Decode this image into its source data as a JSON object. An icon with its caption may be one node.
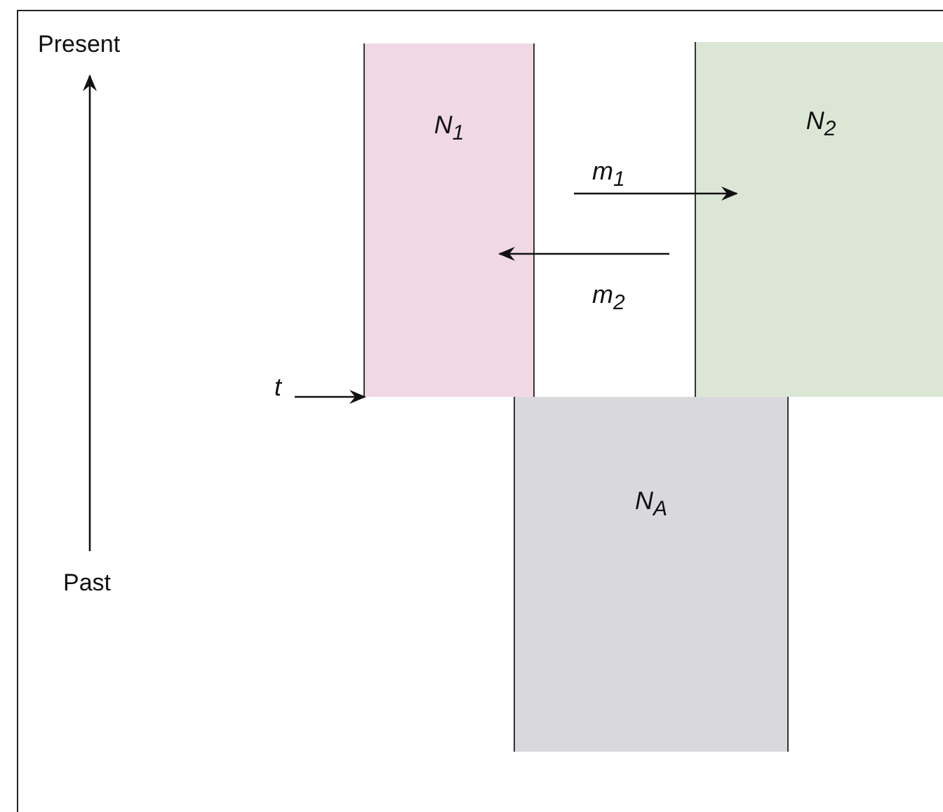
{
  "diagram": {
    "nodes": [
      {
        "text": [
          "N$_{1}$"
        ]
      },
      {
        "text": [
          "N$_{2}$"
        ]
      },
      {
        "text": [
          "N$_{A}$"
        ]
      },
      {
        "text": [
          "t"
        ]
      }
    ],
    "edges": [
      {
        "from": 3,
        "to": 0,
        "arrow": "to"
      },
      {
        "from": null,
        "to": 1,
        "arrow": "to",
        "label": "m$_{1}$"
      },
      {
        "from": null,
        "to": 0,
        "arrow": "to",
        "label": "m$_{2}$"
      }
    ],
    "labels": [
      "Present",
      "Past"
    ]
  }
}
